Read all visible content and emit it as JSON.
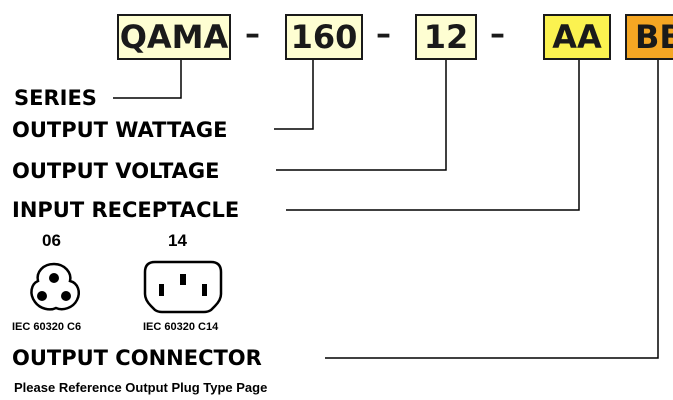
{
  "model_code": {
    "segments": [
      {
        "text": "QAMA",
        "fill": "#fefed2"
      },
      {
        "text": "160",
        "fill": "#fefed2"
      },
      {
        "text": "12",
        "fill": "#fefed2"
      },
      {
        "text": "AA",
        "fill": "#fbf250"
      },
      {
        "text": "BB",
        "fill": "#f5a623"
      }
    ],
    "separator": "–"
  },
  "labels": {
    "series": "SERIES",
    "output_wattage": "OUTPUT WATTAGE",
    "output_voltage": "OUTPUT VOLTAGE",
    "input_receptacle": "INPUT RECEPTACLE",
    "output_connector": "OUTPUT CONNECTOR"
  },
  "receptacles": [
    {
      "code": "06",
      "standard": "IEC 60320 C6",
      "icon": "iec-c6-receptacle-icon"
    },
    {
      "code": "14",
      "standard": "IEC 60320 C14",
      "icon": "iec-c14-receptacle-icon"
    }
  ],
  "note": "Please Reference Output Plug Type Page"
}
